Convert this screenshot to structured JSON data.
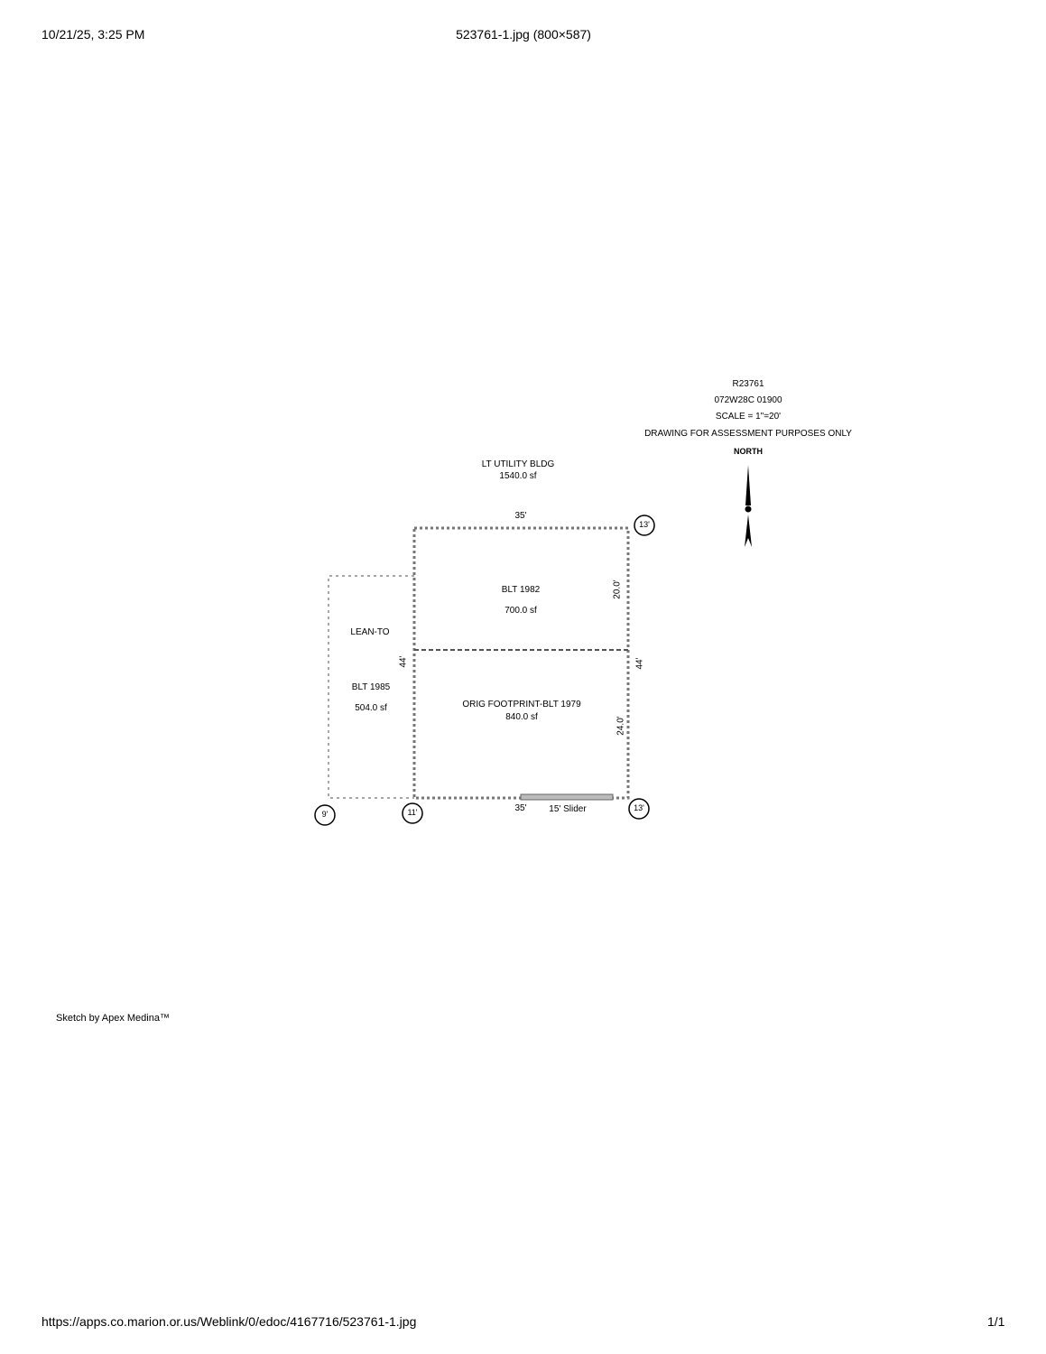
{
  "print_header": {
    "datetime": "10/21/25, 3:25 PM",
    "title": "523761-1.jpg (800×587)"
  },
  "print_footer": {
    "url": "https://apps.co.marion.or.us/Weblink/0/edoc/4167716/523761-1.jpg",
    "page": "1/1"
  },
  "info": {
    "account": "R23761",
    "map_tax_lot": "072W28C 01900",
    "scale": "SCALE = 1\"=20'",
    "disclaimer": "DRAWING FOR ASSESSMENT PURPOSES ONLY",
    "north": "NORTH"
  },
  "building": {
    "name": "LT UTILITY BLDG",
    "area": "1540.0 sf"
  },
  "areas": {
    "upper": {
      "label": "BLT 1982",
      "area": "700.0 sf"
    },
    "lower": {
      "label": "ORIG FOOTPRINT-BLT 1979",
      "area": "840.0 sf"
    },
    "leanto": {
      "name": "LEAN-TO",
      "label": "BLT 1985",
      "area": "504.0 sf"
    }
  },
  "dimensions": {
    "top": "35'",
    "bottom": "35'",
    "upper_right": "20.0'",
    "lower_right": "24.0'",
    "left_total": "44'",
    "right_total": "44'"
  },
  "circled": {
    "top_right": "13'",
    "bottom_right": "13'",
    "bottom_mid": "11'",
    "bottom_left": "9'"
  },
  "slider": "15' Slider",
  "credit": "Sketch by Apex Medina™"
}
